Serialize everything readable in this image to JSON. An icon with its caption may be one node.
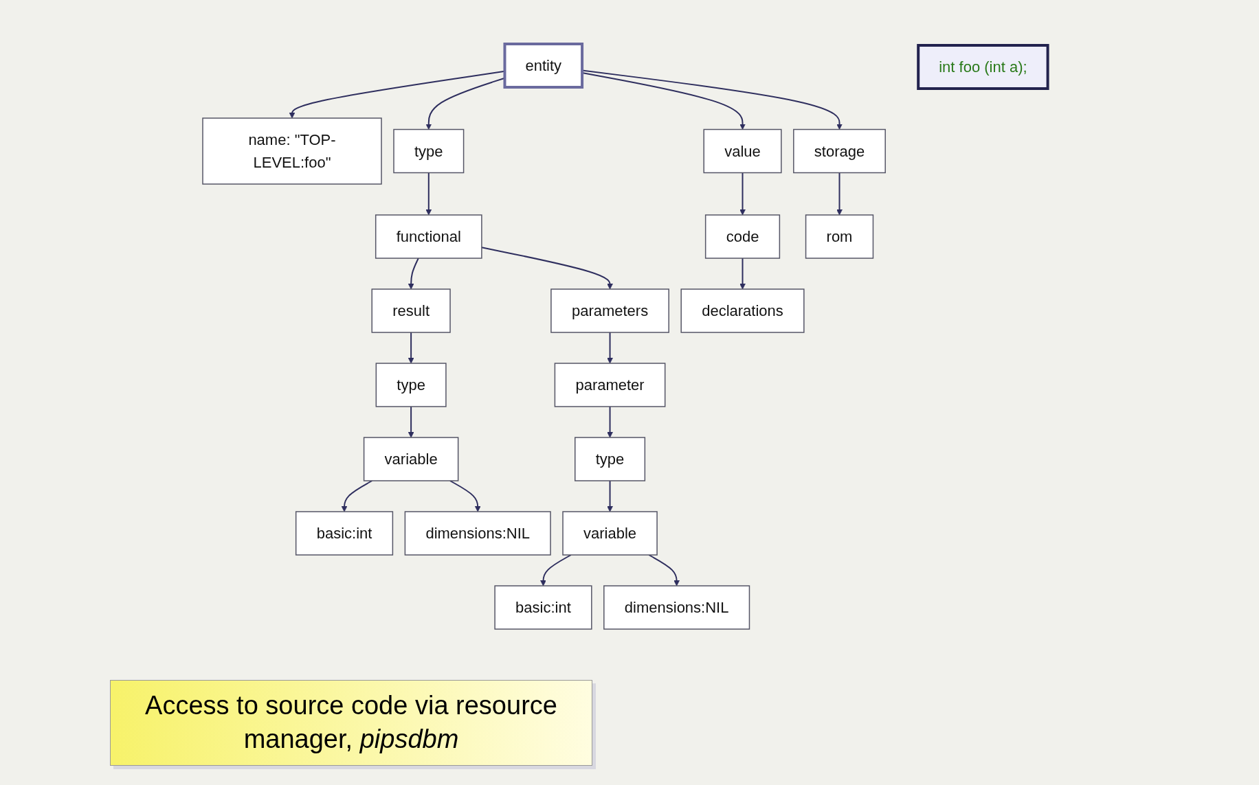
{
  "diagram": {
    "nodes": [
      {
        "text": [
          "entity"
        ]
      },
      {
        "text": [
          "name: \"TOP-LEVEL:foo\""
        ]
      },
      {
        "text": [
          "type"
        ]
      },
      {
        "text": [
          "functional"
        ]
      },
      {
        "text": [
          "result"
        ]
      },
      {
        "text": [
          "type"
        ]
      },
      {
        "text": [
          "variable"
        ]
      },
      {
        "text": [
          "basic:int"
        ]
      },
      {
        "text": [
          "dimensions:NIL"
        ]
      },
      {
        "text": [
          "parameters"
        ]
      },
      {
        "text": [
          "parameter"
        ]
      },
      {
        "text": [
          "type"
        ]
      },
      {
        "text": [
          "variable"
        ]
      },
      {
        "text": [
          "basic:int"
        ]
      },
      {
        "text": [
          "dimensions:NIL"
        ]
      },
      {
        "text": [
          "value"
        ]
      },
      {
        "text": [
          "code"
        ]
      },
      {
        "text": [
          "declarations"
        ]
      },
      {
        "text": [
          "storage"
        ]
      },
      {
        "text": [
          "rom"
        ]
      },
      {
        "text": [
          "int foo (int a);"
        ]
      }
    ],
    "edges": [
      {
        "from": 0,
        "to": 1,
        "arrow": "to"
      },
      {
        "from": 0,
        "to": 2,
        "arrow": "to"
      },
      {
        "from": 0,
        "to": 15,
        "arrow": "to"
      },
      {
        "from": 0,
        "to": 18,
        "arrow": "to"
      },
      {
        "from": 2,
        "to": 3,
        "arrow": "to"
      },
      {
        "from": 3,
        "to": 4,
        "arrow": "to"
      },
      {
        "from": 3,
        "to": 9,
        "arrow": "to"
      },
      {
        "from": 4,
        "to": 5,
        "arrow": "to"
      },
      {
        "from": 5,
        "to": 6,
        "arrow": "to"
      },
      {
        "from": 6,
        "to": 7,
        "arrow": "to"
      },
      {
        "from": 6,
        "to": 8,
        "arrow": "to"
      },
      {
        "from": 9,
        "to": 10,
        "arrow": "to"
      },
      {
        "from": 10,
        "to": 11,
        "arrow": "to"
      },
      {
        "from": 11,
        "to": 12,
        "arrow": "to"
      },
      {
        "from": 12,
        "to": 13,
        "arrow": "to"
      },
      {
        "from": 12,
        "to": 14,
        "arrow": "to"
      },
      {
        "from": 15,
        "to": 16,
        "arrow": "to"
      },
      {
        "from": 16,
        "to": 17,
        "arrow": "to"
      },
      {
        "from": 18,
        "to": 19,
        "arrow": "to"
      }
    ],
    "labels": [
      "Access to source code via resource manager, *pipsdbm*"
    ]
  }
}
